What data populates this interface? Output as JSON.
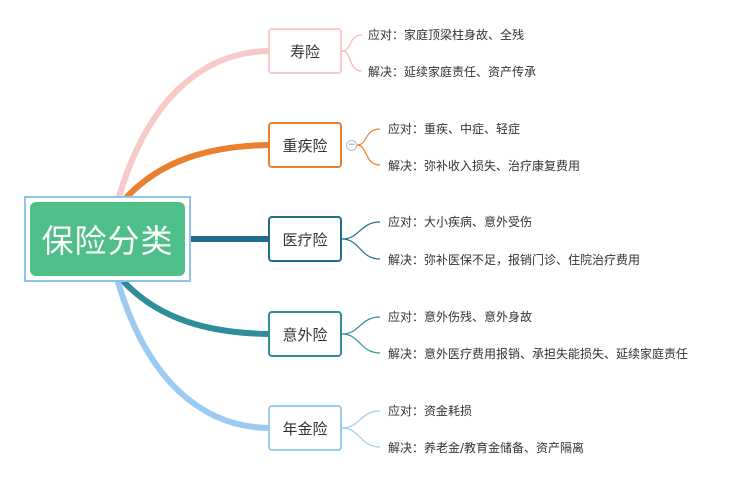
{
  "root": {
    "label": "保险分类"
  },
  "branches": [
    {
      "label": "寿险",
      "color": "#f8c9c9",
      "leaves": [
        "应对：家庭顶梁柱身故、全残",
        "解决：延续家庭责任、资产传承"
      ]
    },
    {
      "label": "重疾险",
      "color": "#e8802f",
      "leaves": [
        "应对：重疾、中症、轻症",
        "解决：弥补收入损失、治疗康复费用"
      ]
    },
    {
      "label": "医疗险",
      "color": "#1f6f8b",
      "leaves": [
        "应对：大小疾病、意外受伤",
        "解决：弥补医保不足，报销门诊、住院治疗费用"
      ]
    },
    {
      "label": "意外险",
      "color": "#2e8d98",
      "leaves": [
        "应对：意外伤残、意外身故",
        "解决：意外医疗费用报销、承担失能损失、延续家庭责任"
      ]
    },
    {
      "label": "年金险",
      "color": "#9ccbf1",
      "leaves": [
        "应对：资金耗损",
        "解决：养老金/教育金储备、资产隔离"
      ]
    }
  ],
  "collapse_symbol": "−"
}
